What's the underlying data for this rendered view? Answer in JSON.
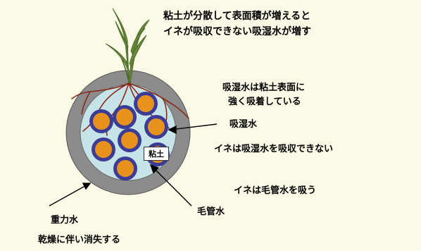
{
  "labels": {
    "header_line1": "粘土が分散して表面積が増えると",
    "header_line2": "イネが吸収できない吸湿水が増す",
    "hygro_note_line1": "吸湿水は粘土表面に",
    "hygro_note_line2": "強く吸着している",
    "hygro_water": "吸湿水",
    "rice_cannot_absorb": "イネは吸湿水を吸収できない",
    "rice_absorbs_capillary": "イネは毛管水を吸う",
    "capillary_water": "毛管水",
    "gravity_water": "重力水",
    "gravity_note": "乾燥に伴い消失する",
    "clay": "粘土"
  },
  "colors": {
    "background": "#fafae6",
    "gravity_ring": "#8c8c8c",
    "capillary_zone": "#c6e4e8",
    "hygro_shell": "#3c3c96",
    "clay_particle": "#e8921e",
    "root": "#8a2a1a",
    "plant": "#6a8a3a"
  },
  "icons": [
    "rice-plant-icon"
  ]
}
